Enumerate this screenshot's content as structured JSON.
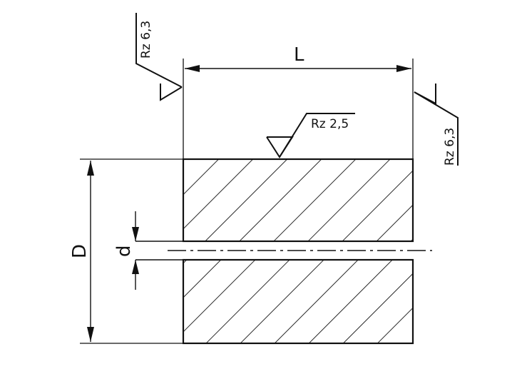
{
  "drawing": {
    "dimensions": {
      "length_label": "L",
      "outer_diameter_label": "D",
      "bore_diameter_label": "d"
    },
    "roughness": {
      "top_surface": "Rz 2,5",
      "left_face": "Rz 6,3",
      "right_face": "Rz 6,3"
    },
    "colors": {
      "line": "#111111",
      "background": "#ffffff"
    }
  }
}
